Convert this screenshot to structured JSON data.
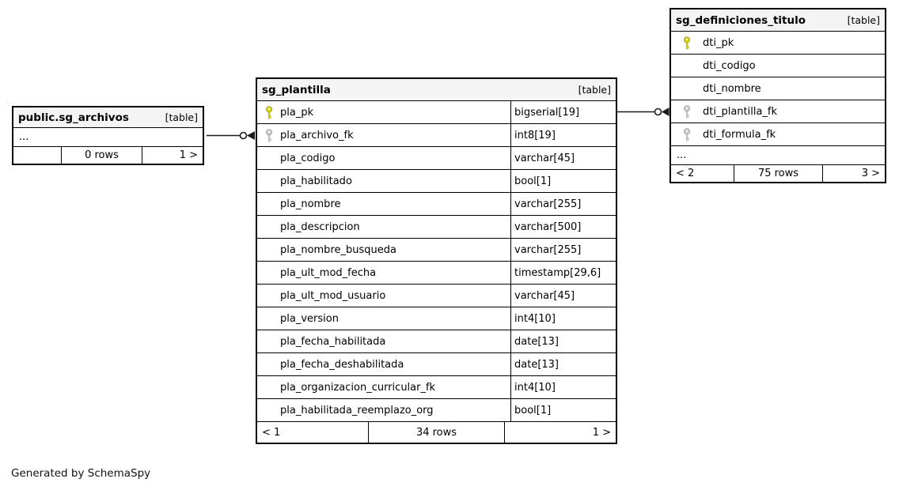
{
  "page": {
    "footer_note": "Generated by SchemaSpy"
  },
  "colors": {
    "pk_key": "#d6d600",
    "fk_key": "#cccccc",
    "header_bg": "#f4f4f4",
    "border": "#000000",
    "connector": "#1a1a1a"
  },
  "icons": {
    "primary_key": "yellow-key-icon",
    "foreign_key": "gray-key-icon"
  },
  "tables": {
    "sg_archivos": {
      "title": "public.sg_archivos",
      "badge": "[table]",
      "ellipsis": "...",
      "footer": {
        "left": "",
        "center": "0 rows",
        "right": "1 >"
      }
    },
    "sg_plantilla": {
      "title": "sg_plantilla",
      "badge": "[table]",
      "columns": [
        {
          "name": "pla_pk",
          "type": "bigserial[19]",
          "key": "pk"
        },
        {
          "name": "pla_archivo_fk",
          "type": "int8[19]",
          "key": "fk"
        },
        {
          "name": "pla_codigo",
          "type": "varchar[45]",
          "key": null
        },
        {
          "name": "pla_habilitado",
          "type": "bool[1]",
          "key": null
        },
        {
          "name": "pla_nombre",
          "type": "varchar[255]",
          "key": null
        },
        {
          "name": "pla_descripcion",
          "type": "varchar[500]",
          "key": null
        },
        {
          "name": "pla_nombre_busqueda",
          "type": "varchar[255]",
          "key": null
        },
        {
          "name": "pla_ult_mod_fecha",
          "type": "timestamp[29,6]",
          "key": null
        },
        {
          "name": "pla_ult_mod_usuario",
          "type": "varchar[45]",
          "key": null
        },
        {
          "name": "pla_version",
          "type": "int4[10]",
          "key": null
        },
        {
          "name": "pla_fecha_habilitada",
          "type": "date[13]",
          "key": null
        },
        {
          "name": "pla_fecha_deshabilitada",
          "type": "date[13]",
          "key": null
        },
        {
          "name": "pla_organizacion_curricular_fk",
          "type": "int4[10]",
          "key": null
        },
        {
          "name": "pla_habilitada_reemplazo_org",
          "type": "bool[1]",
          "key": null
        }
      ],
      "footer": {
        "left": "< 1",
        "center": "34 rows",
        "right": "1 >"
      }
    },
    "sg_definiciones_titulo": {
      "title": "sg_definiciones_titulo",
      "badge": "[table]",
      "columns": [
        {
          "name": "dti_pk",
          "key": "pk"
        },
        {
          "name": "dti_codigo",
          "key": null
        },
        {
          "name": "dti_nombre",
          "key": null
        },
        {
          "name": "dti_plantilla_fk",
          "key": "fk"
        },
        {
          "name": "dti_formula_fk",
          "key": "fk"
        }
      ],
      "ellipsis": "...",
      "footer": {
        "left": "< 2",
        "center": "75 rows",
        "right": "3 >"
      }
    }
  },
  "relationships": [
    {
      "from": "public.sg_archivos",
      "to": "sg_plantilla.pla_archivo_fk"
    },
    {
      "from": "sg_plantilla.pla_pk",
      "to": "sg_definiciones_titulo.dti_plantilla_fk"
    }
  ]
}
